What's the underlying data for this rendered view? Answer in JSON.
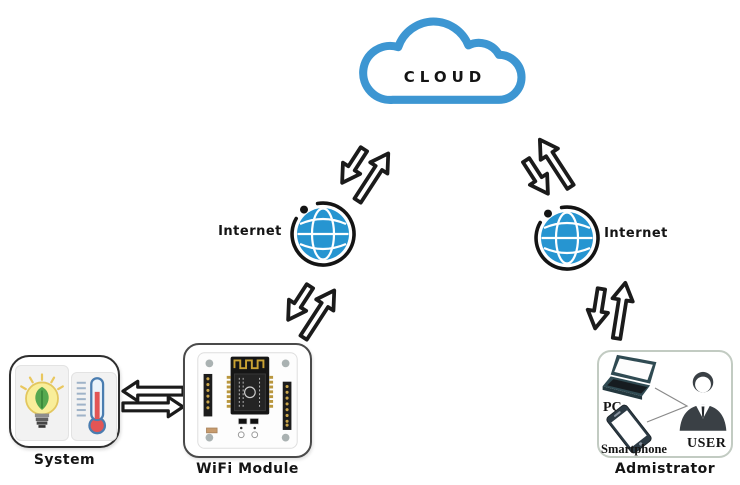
{
  "diagram": {
    "cloud": {
      "label": "CLOUD"
    },
    "internet_left": {
      "label": "Internet"
    },
    "internet_right": {
      "label": "Internet"
    },
    "system": {
      "label": "System"
    },
    "wifi_module": {
      "label": "WiFi Module"
    },
    "administrator": {
      "label": "Admistrator",
      "pc_label": "PC",
      "smartphone_label": "Smartphone",
      "user_label": "USER"
    },
    "icons": {
      "cloud": "cloud-icon",
      "internet": "globe-orbit-icon",
      "link": "double-arrow-icon",
      "system": [
        "eco-lightbulb-icon",
        "thermometer-icon"
      ],
      "wifi_module": "esp8266-board-icon",
      "administrator": [
        "laptop-icon",
        "smartphone-icon",
        "user-icon"
      ]
    },
    "colors": {
      "cloud_blue": "#3d96d2",
      "globe_blue": "#2695d1",
      "arrow_black": "#1b1b1b",
      "admin_border": "#c2cbc2",
      "device_slate": "#2f4a52",
      "mercury_red": "#e25555",
      "bulb_yellow": "#f9ee9a",
      "leaf_green": "#55a84f"
    }
  }
}
